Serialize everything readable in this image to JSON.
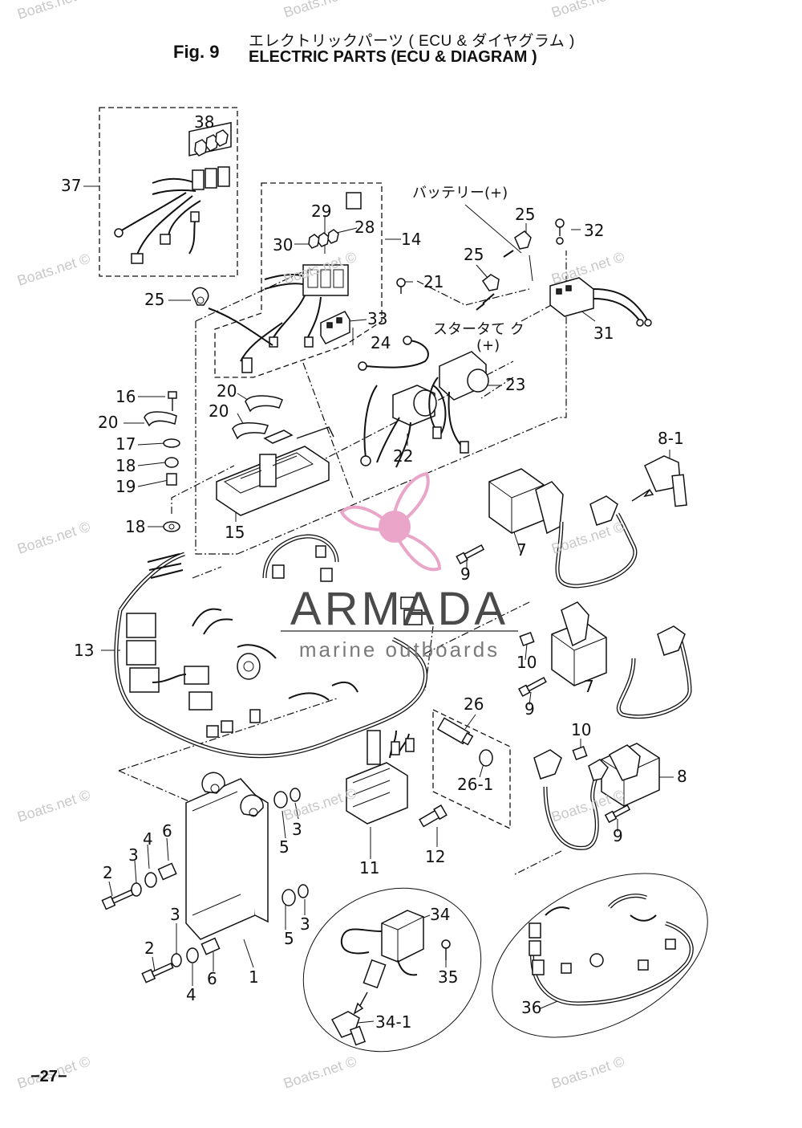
{
  "header": {
    "fig_label": "Fig. 9",
    "title_jp": "エレクトリックパーツ ( ECU & ダイヤグラム )",
    "title_en": "ELECTRIC PARTS (ECU & DIAGRAM )"
  },
  "callouts": {
    "c1": "1",
    "c2a": "2",
    "c2b": "2",
    "c3a": "3",
    "c3b": "3",
    "c3c": "3",
    "c3d": "3",
    "c4a": "4",
    "c4b": "4",
    "c5a": "5",
    "c5b": "5",
    "c6a": "6",
    "c6b": "6",
    "c7a": "7",
    "c7b": "7",
    "c8": "8",
    "c8_1": "8-1",
    "c9a": "9",
    "c9b": "9",
    "c9c": "9",
    "c10a": "10",
    "c10b": "10",
    "c11": "11",
    "c12": "12",
    "c13": "13",
    "c14": "14",
    "c15": "15",
    "c16": "16",
    "c17": "17",
    "c18a": "18",
    "c18b": "18",
    "c19": "19",
    "c20a": "20",
    "c20b": "20",
    "c20c": "20",
    "c21": "21",
    "c22": "22",
    "c23": "23",
    "c24": "24",
    "c25a": "25",
    "c25b": "25",
    "c25c": "25",
    "c26": "26",
    "c26_1": "26-1",
    "c28": "28",
    "c29": "29",
    "c30": "30",
    "c31": "31",
    "c32": "32",
    "c33": "33",
    "c34": "34",
    "c34_1": "34-1",
    "c35": "35",
    "c36": "36",
    "c37": "37",
    "c38": "38"
  },
  "jp_labels": {
    "battery_plus": "バッテリー(+)",
    "starter": "スタータて ク",
    "starter_plus": "(+)"
  },
  "logo": {
    "name": "ARMADA",
    "tagline": "marine outboards",
    "color": "#e9a6c8",
    "text_color": "#4a4a4a"
  },
  "watermark": "Boats.net ©",
  "page_number": "−27−"
}
